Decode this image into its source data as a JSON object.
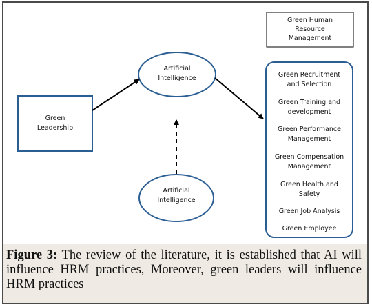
{
  "nodes": {
    "green_leadership": "Green\nLeadership",
    "ai_top": "Artificial\nIntelligence",
    "ai_bottom": "Artificial\nIntelligence",
    "ghrm": "Green Human\nResource\nManagement",
    "practices": [
      "Green Recruitment\nand Selection",
      "Green Training and\ndevelopment",
      "Green Performance\nManagement",
      "Green Compensation\nManagement",
      "Green Health and\nSafety",
      "Green Job Analysis",
      "Green Employee"
    ]
  },
  "caption": {
    "label": "Figure 3:",
    "text": " The review of the literature, it is established that AI will influence HRM practices, Moreover, green leaders will influence HRM practices"
  },
  "colors": {
    "diagram_stroke": "#2b5e93",
    "line": "#000000",
    "caption_bg": "#efebe4"
  }
}
